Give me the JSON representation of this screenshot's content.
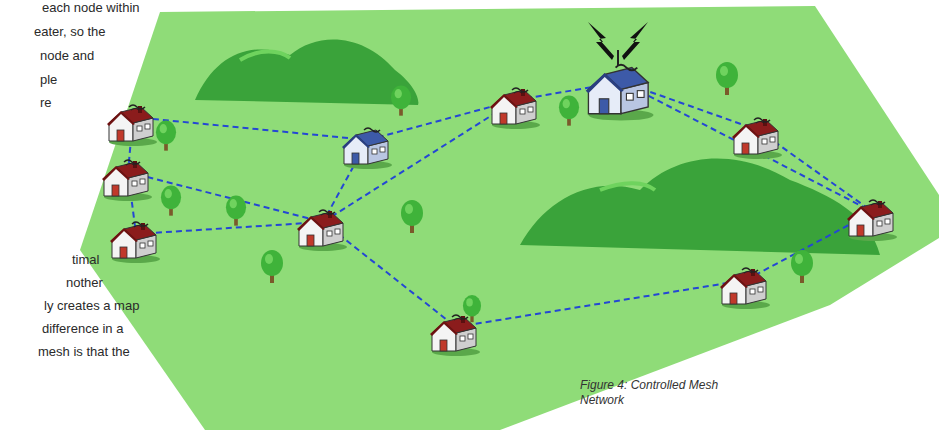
{
  "diagram": {
    "caption": "Figure 4: Controlled Mesh Network",
    "labels": [
      "each node within",
      "eater, so the",
      "node and",
      "ple",
      "re",
      "timal",
      "nother",
      "ly creates a map",
      "difference in a",
      "mesh is that the"
    ]
  }
}
